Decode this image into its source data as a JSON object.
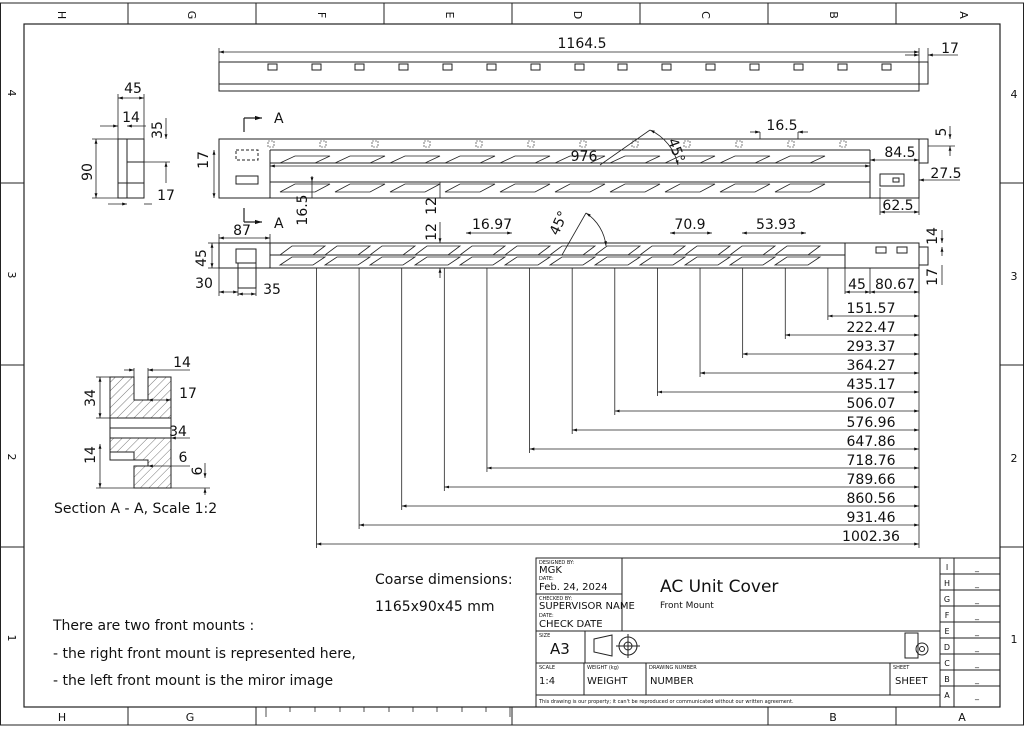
{
  "border_zones": {
    "columns": [
      "H",
      "G",
      "F",
      "E",
      "D",
      "C",
      "B",
      "A"
    ],
    "rows": [
      "4",
      "3",
      "2",
      "1"
    ]
  },
  "dimensions": {
    "top_view": {
      "overall_length": "1164.5",
      "end_width": "17"
    },
    "middle_view": {
      "section_marker": "A",
      "length": "976",
      "angle": "45°",
      "slot_width": "16.5",
      "edge_offset": "5",
      "end_offset": "84.5",
      "end_hole_pos": "27.5",
      "hole_offset": "62.5",
      "height_left": "17",
      "step_height": "16.5",
      "web_height": "12",
      "start_offset": "87"
    },
    "side_view_small": {
      "width": "45",
      "inner": "14",
      "height": "90",
      "depth": "35",
      "flange": "17"
    },
    "bottom_view": {
      "height": "45",
      "left_a": "30",
      "left_b": "35",
      "web": "12",
      "slot": "16.97",
      "angle": "45°",
      "pitch": "70.9",
      "gap": "53.93",
      "end_a": "14",
      "end_b": "17",
      "right_a": "45",
      "right_b": "80.67",
      "chain": [
        "151.57",
        "222.47",
        "293.37",
        "364.27",
        "435.17",
        "506.07",
        "576.96",
        "647.86",
        "718.76",
        "789.66",
        "860.56",
        "931.46",
        "1002.36"
      ]
    },
    "section_view": {
      "top": "14",
      "flange": "17",
      "height": "34",
      "height_b": "34",
      "lower": "14",
      "lip": "6",
      "lip_b": "6"
    }
  },
  "section_caption": "Section A - A, Scale 1:2",
  "coarse": {
    "label": "Coarse dimensions:",
    "value": "1165x90x45 mm"
  },
  "notes": [
    "There are two front mounts :",
    "- the right front mount is represented here,",
    "- the left front mount is the miror image"
  ],
  "title_block": {
    "designed_by_label": "DESIGNED BY:",
    "designed_by": "MGK",
    "date_label": "DATE:",
    "date": "Feb. 24, 2024",
    "checked_by_label": "CHECKED BY:",
    "checked_by": "SUPERVISOR NAME",
    "check_date_label": "DATE:",
    "check_date": "CHECK DATE",
    "size_label": "SIZE",
    "size": "A3",
    "title": "AC Unit Cover",
    "subtitle": "Front Mount",
    "scale_label": "SCALE",
    "scale": "1:4",
    "weight_label": "WEIGHT (kg)",
    "weight": "WEIGHT",
    "drawing_number_label": "DRAWING NUMBER",
    "drawing_number": "NUMBER",
    "sheet_label": "SHEET",
    "sheet": "SHEET",
    "disclaimer": "This drawing is our property; it can't be reproduced or communicated without our written agreement.",
    "revisions": [
      "I",
      "H",
      "G",
      "F",
      "E",
      "D",
      "C",
      "B",
      "A"
    ],
    "revision_value": "_"
  }
}
